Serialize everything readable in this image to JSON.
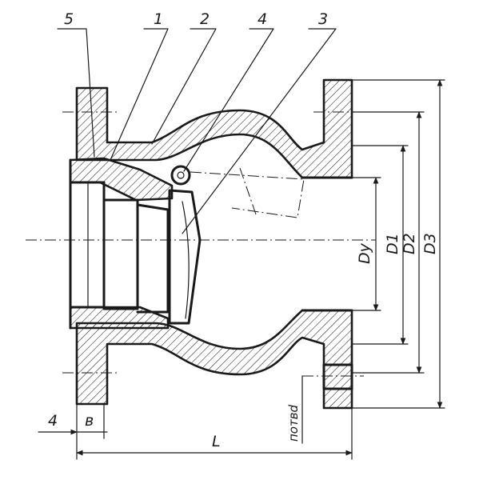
{
  "callouts": [
    "5",
    "1",
    "2",
    "4",
    "3"
  ],
  "dimensions": {
    "dy": "Dy",
    "d1": "D1",
    "d2": "D2",
    "d3": "D3",
    "length": "L",
    "flange_gap": "4",
    "flange_width": "в",
    "bolt_hole": "потвd"
  }
}
